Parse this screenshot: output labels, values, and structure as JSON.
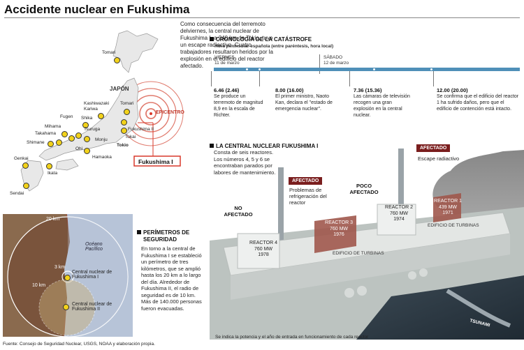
{
  "title": "Accidente nuclear en Fukushima",
  "intro": "Como consecuencia del terremoto delviernes, la central nuclear de Fukushima I, a 240 km de Tokio, tuvo un escape radiactivo. Cuatro trabajadores resultaron heridos por la explosión en el edificio del reactor afectado.",
  "map": {
    "country": "JAPÓN",
    "epicenter": "EPICENTRO",
    "callout": "Fukushima I",
    "places": [
      "Tomari",
      "Kashiwazaki Kariwa",
      "Tomari",
      "Fugen",
      "Shika",
      "Mihama",
      "Tsuruga",
      "Takahama",
      "Monju",
      "Shimane",
      "Ohi",
      "Hamaoka",
      "Genkai",
      "Ikata",
      "Sendai",
      "Fukushima II",
      "Tokai",
      "Tokio"
    ],
    "accent": "#d9392b"
  },
  "timeline": {
    "heading": "CRONOLOGÍA DE LA CATÁSTROFE",
    "subheading": "Hora peninsular española (entre paréntesis, hora local)",
    "day1_name": "VIERNES",
    "day1_date": "11 de marzo",
    "day2_name": "SÁBADO",
    "day2_date": "12 de marzo",
    "events": [
      {
        "time": "6.46 (2.46)",
        "text": "Se produce un terremoto de magnitud 8,9 en la escala de Richter."
      },
      {
        "time": "8.00 (16.00)",
        "text": "El primer ministro, Naoto Kan, declara el \"estado de emergencia nuclear\"."
      },
      {
        "time": "7.36 (15.36)",
        "text": "Las cámaras de televisión recogen una gran explosión en la central nuclear."
      },
      {
        "time": "12.00 (20.00)",
        "text": "Se confirma que el edificio del reactor 1 ha sufrido daños, pero que el edificio de contención está intacto."
      }
    ],
    "bar_color": "#4f8fb8"
  },
  "plant": {
    "heading": "LA CENTRAL NUCLEAR FUKUSHIMA I",
    "intro": "Consta de seis reactores. Los números 4, 5 y 6 se encontraban parados por labores de mantenimiento.",
    "reactors": [
      {
        "name": "REACTOR 1",
        "power": "439 MW",
        "year": "1971"
      },
      {
        "name": "REACTOR 2",
        "power": "760 MW",
        "year": "1974"
      },
      {
        "name": "REACTOR 3",
        "power": "760 MW",
        "year": "1976"
      },
      {
        "name": "REACTOR 4",
        "power": "760 MW",
        "year": "1978"
      }
    ],
    "tag1": "AFECTADO",
    "tag1_text": "Escape radiactivo",
    "tag3": "AFECTADO",
    "tag3_text": "Problemas de refrigeración del reactor",
    "poco": "POCO AFECTADO",
    "no": "NO AFECTADO",
    "turbine1": "EDIFICIO DE TURBINAS",
    "turbine2": "EDIFICIO DE TURBINAS",
    "tsunami": "TSUNAMI",
    "note": "Se indica la potencia y el año de entrada en funcionamiento de cada reactor",
    "tag_color": "#7a1e1e"
  },
  "perimeter": {
    "heading": "PERÍMETROS DE SEGURIDAD",
    "text": "En torno a la central de Fukushima I se estableció un perímetro de tres kilómetros, que se amplió hasta los 20 km a lo largo del día. Alrededor de Fukushima II, el radio de seguridad es de 10 km. Más de 140.000 personas fueron evacuadas.",
    "ocean": "Océano Pacífico",
    "r20": "20 km",
    "r3": "3 km",
    "r10": "10 km",
    "plant1": "Central nuclear de Fukushima I",
    "plant2": "Central nuclear de Fukushima II"
  },
  "source": "Fuente: Consejo de Seguridad Nuclear, USGS, NOAA y elaboración propia."
}
